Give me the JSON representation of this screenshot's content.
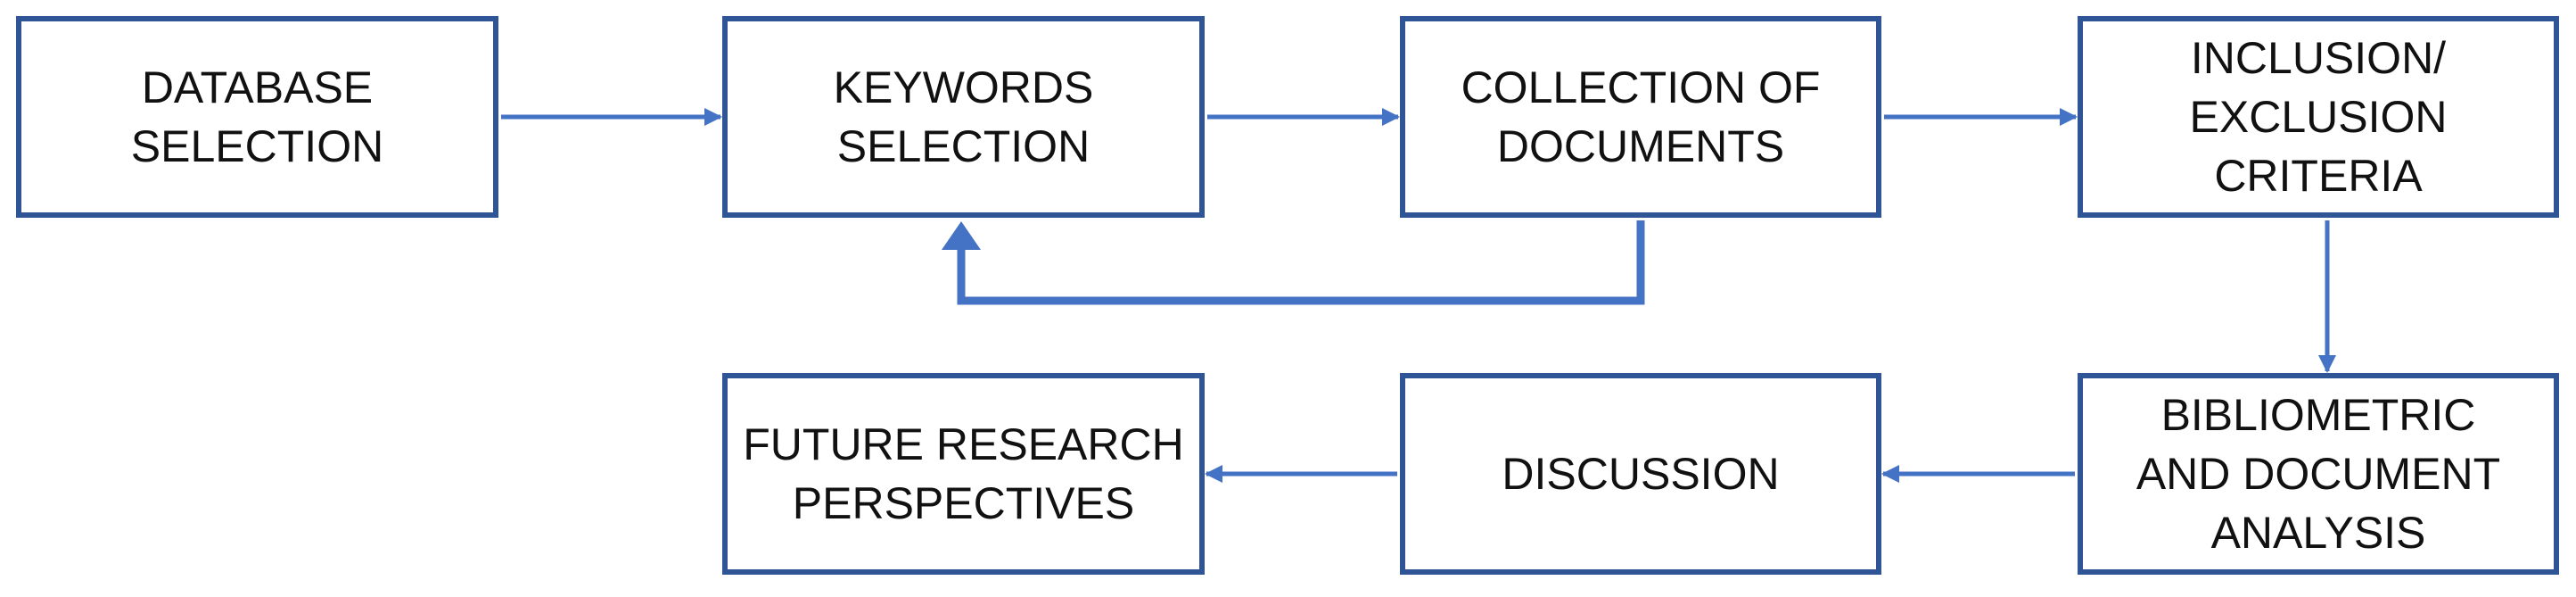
{
  "diagram": {
    "accent_color": "#4472c4",
    "border_color": "#2f5597",
    "steps": {
      "database_selection": "DATABASE\nSELECTION",
      "keywords_selection": "KEYWORDS\nSELECTION",
      "collection_of_documents": "COLLECTION OF\nDOCUMENTS",
      "inclusion_exclusion_criteria": "INCLUSION/\nEXCLUSION\nCRITERIA",
      "bibliometric_and_document_analysis": "BIBLIOMETRIC\nAND DOCUMENT\nANALYSIS",
      "discussion": "DISCUSSION",
      "future_research_perspectives": "FUTURE RESEARCH\nPERSPECTIVES"
    },
    "flow": [
      [
        "database_selection",
        "keywords_selection"
      ],
      [
        "keywords_selection",
        "collection_of_documents"
      ],
      [
        "collection_of_documents",
        "inclusion_exclusion_criteria"
      ],
      [
        "collection_of_documents",
        "keywords_selection"
      ],
      [
        "inclusion_exclusion_criteria",
        "bibliometric_and_document_analysis"
      ],
      [
        "bibliometric_and_document_analysis",
        "discussion"
      ],
      [
        "discussion",
        "future_research_perspectives"
      ]
    ]
  }
}
